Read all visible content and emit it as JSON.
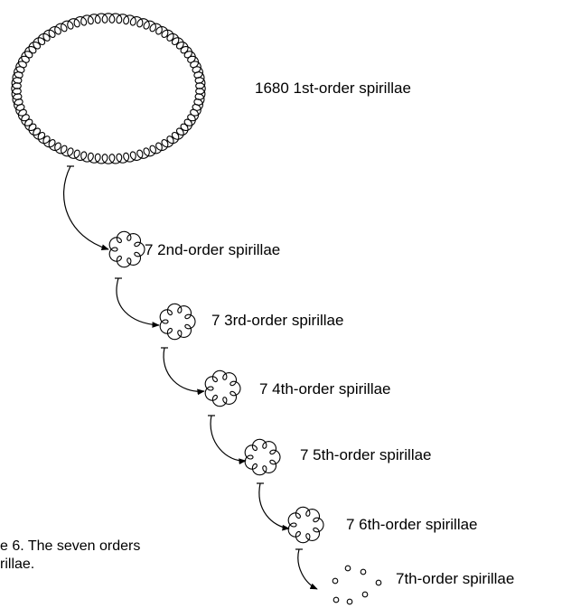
{
  "labels": [
    "1680 1st-order spirillae",
    "7 2nd-order spirillae",
    "7 3rd-order spirillae",
    "7 4th-order spirillae",
    "7 5th-order spirillae",
    "7 6th-order spirillae",
    "7th-order spirillae"
  ],
  "caption": {
    "line1": "e 6. The seven orders",
    "line2": "rillae."
  },
  "colors": {
    "ink": "#000000",
    "background": "#ffffff"
  }
}
